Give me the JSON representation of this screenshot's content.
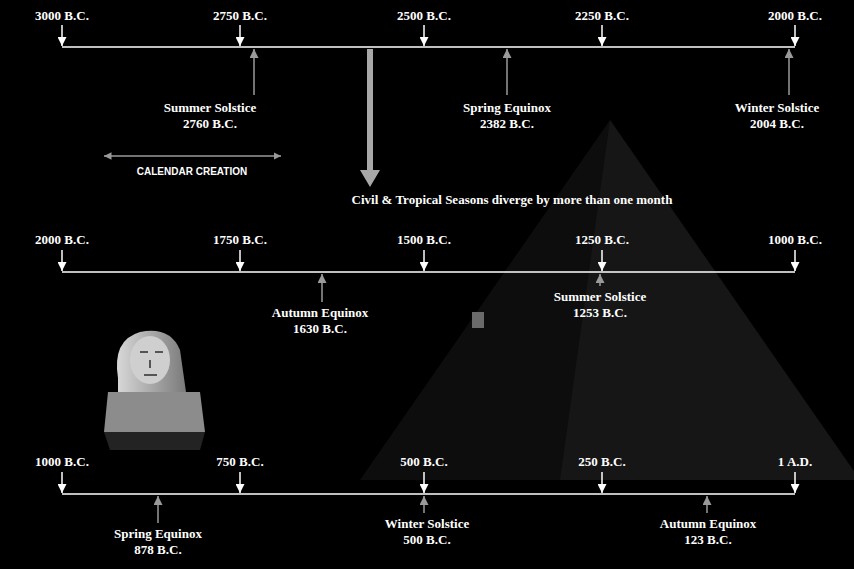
{
  "diagram": {
    "labels": [
      "3000 B.C.",
      "2750 B.C.",
      "2500 B.C.",
      "2250 B.C.",
      "2000 B.C.",
      "Summer Solstice 2760 B.C.",
      "Spring Equinox 2382 B.C.",
      "Winter Solstice 2004 B.C.",
      "CALENDAR CREATION",
      "Civil & Tropical Seasons diverge by more than one month",
      "2000 B.C.",
      "1750 B.C.",
      "1500 B.C.",
      "1250 B.C.",
      "1000 B.C.",
      "Autumn Equinox 1630 B.C.",
      "Summer Solstice 1253 B.C.",
      "1000 B.C.",
      "750 B.C.",
      "500 B.C.",
      "250 B.C.",
      "1 A.D.",
      "Spring Equinox 878 B.C.",
      "Winter Solstice 500 B.C.",
      "Autumn Equinox 123 B.C."
    ]
  }
}
